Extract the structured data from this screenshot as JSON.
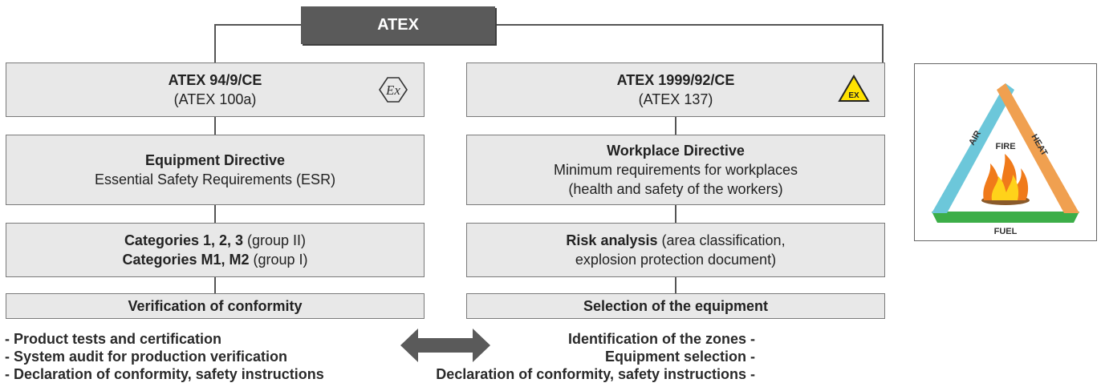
{
  "top": {
    "title": "ATEX"
  },
  "left": {
    "directive": {
      "title": "ATEX 94/9/CE",
      "subtitle": "(ATEX 100a)",
      "icon": "ex-symbol-icon"
    },
    "equipment": {
      "title": "Equipment Directive",
      "subtitle": "Essential Safety Requirements (ESR)"
    },
    "categories": {
      "line1_bold": "Categories 1, 2, 3",
      "line1_rest": " (group II)",
      "line2_bold": "Categories M1, M2",
      "line2_rest": " (group I)"
    },
    "verification": {
      "title": "Verification of conformity"
    },
    "list": [
      "- Product tests and certification",
      "- System audit for production verification",
      "- Declaration of conformity, safety instructions"
    ]
  },
  "right": {
    "directive": {
      "title": "ATEX 1999/92/CE",
      "subtitle": "(ATEX 137)",
      "icon": "ex-warning-triangle-icon",
      "icon_text": "EX"
    },
    "workplace": {
      "title": "Workplace Directive",
      "subtitle1": "Minimum requirements for workplaces",
      "subtitle2": "(health and safety of the workers)"
    },
    "risk": {
      "line1_bold": "Risk analysis",
      "line1_rest": " (area classification,",
      "line2": "explosion protection document)"
    },
    "selection": {
      "title": "Selection of the equipment"
    },
    "list": [
      "Identification of the zones -",
      "Equipment selection -",
      "Declaration of conformity, safety instructions -"
    ]
  },
  "fire_triangle": {
    "air": "AIR",
    "heat": "HEAT",
    "fuel": "FUEL",
    "fire": "FIRE"
  },
  "colors": {
    "box_fill": "#e8e8e8",
    "top_fill": "#5a5a5a",
    "air": "#6cc7da",
    "heat": "#f0a050",
    "fuel": "#3cae48",
    "arrow": "#5a5a5a",
    "warning": "#ffe200"
  }
}
